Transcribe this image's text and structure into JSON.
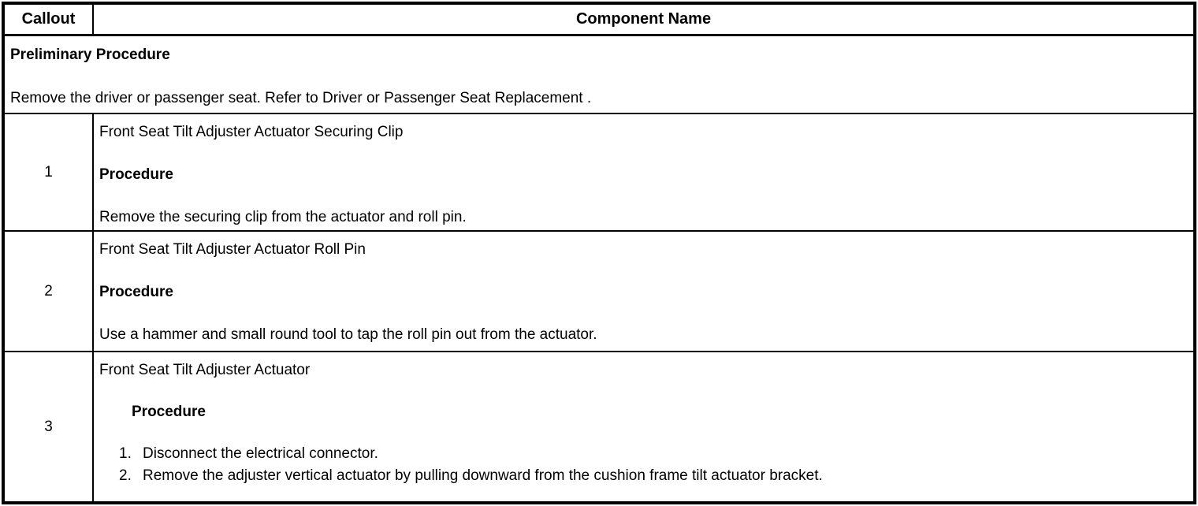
{
  "colors": {
    "border": "#000000",
    "text": "#000000",
    "background": "#ffffff"
  },
  "table": {
    "headers": {
      "callout": "Callout",
      "component": "Component Name"
    },
    "preliminary": {
      "title": "Preliminary Procedure",
      "body": "Remove the driver or passenger seat. Refer to Driver or Passenger Seat Replacement ."
    },
    "rows": [
      {
        "callout": "1",
        "component": "Front Seat Tilt Adjuster Actuator Securing Clip",
        "procedure_label": "Procedure",
        "body": "Remove the securing clip from the actuator and roll pin."
      },
      {
        "callout": "2",
        "component": "Front Seat Tilt Adjuster Actuator Roll Pin",
        "procedure_label": "Procedure",
        "body": "Use a hammer and small round tool to tap the roll pin out from the actuator."
      },
      {
        "callout": "3",
        "component": "Front Seat Tilt Adjuster Actuator",
        "procedure_label": "Procedure",
        "steps": [
          {
            "num": "1.",
            "text": "Disconnect the electrical connector."
          },
          {
            "num": "2.",
            "text": "Remove the adjuster vertical actuator by pulling downward from the cushion frame tilt actuator bracket."
          }
        ]
      }
    ]
  }
}
